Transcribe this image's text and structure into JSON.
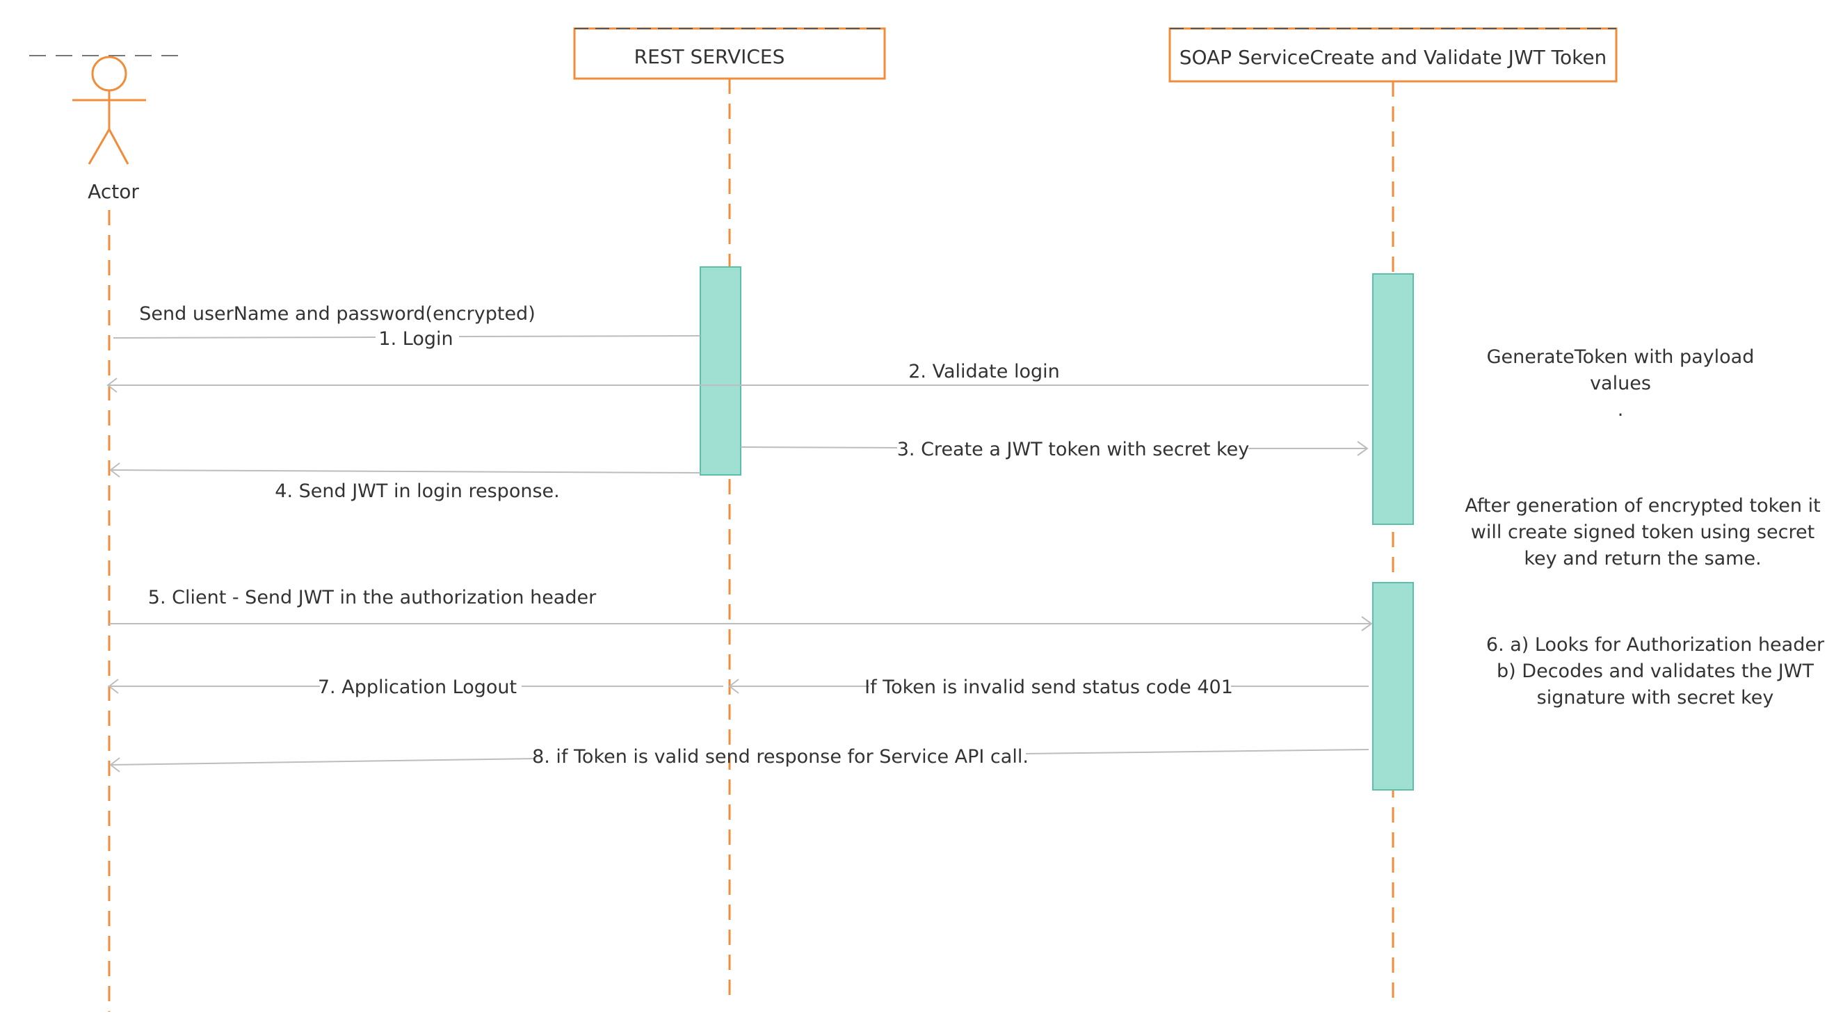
{
  "colors": {
    "lifeline": "#F08C3A",
    "activation_fill": "#9FE0D2",
    "activation_stroke": "#5BBFAA",
    "message_line": "#BDBDBD",
    "text": "#333333"
  },
  "participants": {
    "actor": {
      "label": "Actor",
      "icon": "stick-figure-actor-icon"
    },
    "rest": {
      "label": "REST SERVICES"
    },
    "soap": {
      "label": "SOAP ServiceCreate and Validate JWT Token"
    }
  },
  "messages": {
    "m1": {
      "line1": "Send userName and password(encrypted)",
      "line2": "1. Login"
    },
    "m2": {
      "label": "2. Validate login"
    },
    "m3": {
      "label": "3. Create a JWT token with secret key"
    },
    "m4": {
      "label": "4. Send JWT in login response."
    },
    "m5": {
      "label": "5. Client - Send JWT in the authorization  header"
    },
    "m6": {
      "label": "If Token is invalid send status code 401"
    },
    "m7": {
      "label": "7. Application Logout"
    },
    "m8": {
      "label": "8. if Token is valid send response for Service API call."
    }
  },
  "notes": {
    "generate": {
      "line1": "GenerateToken with  payload",
      "line2": "values",
      "line3": "."
    },
    "after": {
      "line1": "After generation of encrypted token it",
      "line2": "will create signed token using secret",
      "line3": "key and return the same."
    },
    "validate": {
      "line1": "6. a) Looks for Authorization header",
      "line2": "b) Decodes and validates the JWT",
      "line3": "signature with secret key"
    }
  }
}
